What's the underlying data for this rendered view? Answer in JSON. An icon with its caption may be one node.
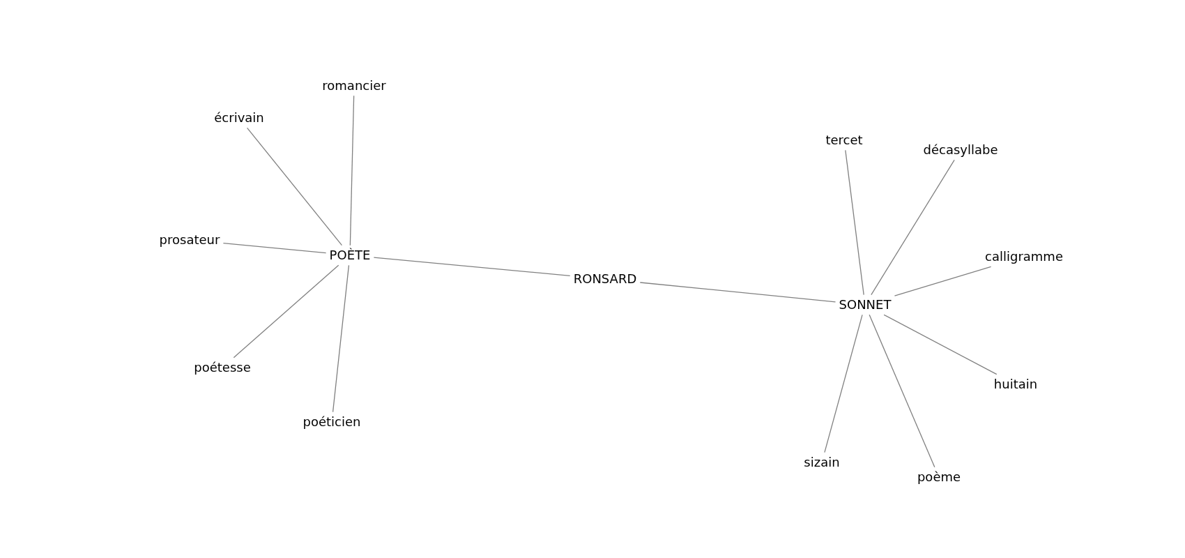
{
  "diagram": {
    "nodes": [
      {
        "text": [
          "RONSARD"
        ]
      },
      {
        "text": [
          "POÈTE"
        ]
      },
      {
        "text": [
          "romancier"
        ]
      },
      {
        "text": [
          "écrivain"
        ]
      },
      {
        "text": [
          "prosateur"
        ]
      },
      {
        "text": [
          "poétesse"
        ]
      },
      {
        "text": [
          "poéticien"
        ]
      },
      {
        "text": [
          "SONNET"
        ]
      },
      {
        "text": [
          "tercet"
        ]
      },
      {
        "text": [
          "décasyllabe"
        ]
      },
      {
        "text": [
          "calligramme"
        ]
      },
      {
        "text": [
          "huitain"
        ]
      },
      {
        "text": [
          "poème"
        ]
      },
      {
        "text": [
          "sizain"
        ]
      }
    ],
    "edges": [
      {
        "from": 0,
        "to": 1,
        "arrow": "none"
      },
      {
        "from": 0,
        "to": 7,
        "arrow": "none"
      },
      {
        "from": 1,
        "to": 2,
        "arrow": "none"
      },
      {
        "from": 1,
        "to": 3,
        "arrow": "none"
      },
      {
        "from": 1,
        "to": 4,
        "arrow": "none"
      },
      {
        "from": 1,
        "to": 5,
        "arrow": "none"
      },
      {
        "from": 1,
        "to": 6,
        "arrow": "none"
      },
      {
        "from": 7,
        "to": 8,
        "arrow": "none"
      },
      {
        "from": 7,
        "to": 9,
        "arrow": "none"
      },
      {
        "from": 7,
        "to": 10,
        "arrow": "none"
      },
      {
        "from": 7,
        "to": 11,
        "arrow": "none"
      },
      {
        "from": 7,
        "to": 12,
        "arrow": "none"
      },
      {
        "from": 7,
        "to": 13,
        "arrow": "none"
      }
    ]
  }
}
